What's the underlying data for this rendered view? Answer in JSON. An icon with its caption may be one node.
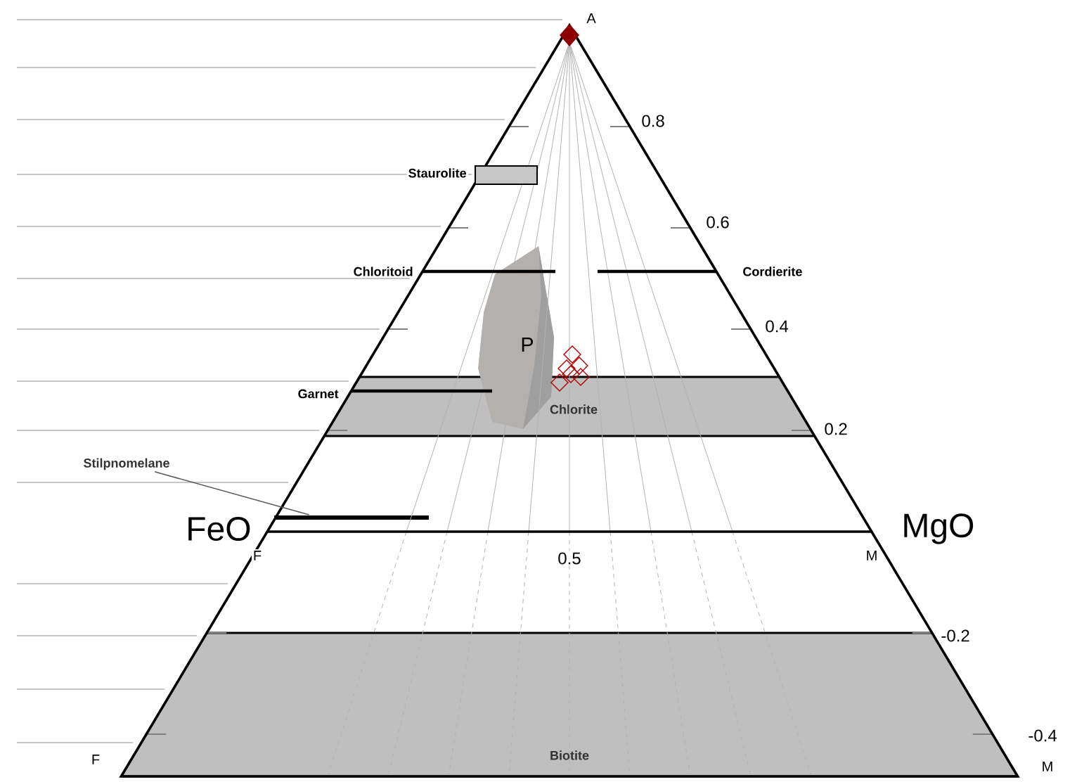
{
  "diagram": {
    "nodes": [
      {
        "text": [
          "Chlorite"
        ]
      },
      {
        "text": [
          "Biotite"
        ]
      },
      {
        "text": [
          "P"
        ]
      },
      {
        "text": [
          "Stilpnomelane"
        ]
      },
      {
        "text": [],
        "shape": "bar"
      }
    ],
    "edges": [
      {
        "from": 3,
        "to": 4,
        "arrow": "none"
      }
    ],
    "labels": [
      "A",
      "0.8",
      "Staurolite",
      "0.6",
      "Chloritoid",
      "Cordierite",
      "0.4",
      "Garnet",
      "0.2",
      "FeO",
      "MgO",
      "F",
      "0.5",
      "M",
      "-0.2",
      "-0.4",
      "F",
      "M"
    ]
  }
}
